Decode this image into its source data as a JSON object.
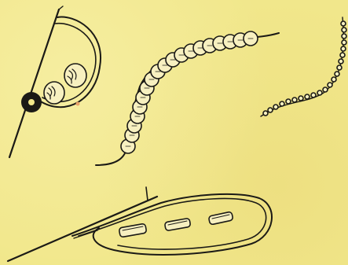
{
  "illustration": {
    "background_color": "#f1e78b",
    "ink_color": "#1b1a16",
    "bead_fill_color": "#f7f0c0",
    "accent_spot_color": "#e8a26a",
    "panels": [
      {
        "name": "needle-with-two-sequins"
      },
      {
        "name": "bead-strand-on-thread"
      },
      {
        "name": "chain-of-small-beads"
      },
      {
        "name": "needle-with-bugle-beads"
      }
    ]
  }
}
